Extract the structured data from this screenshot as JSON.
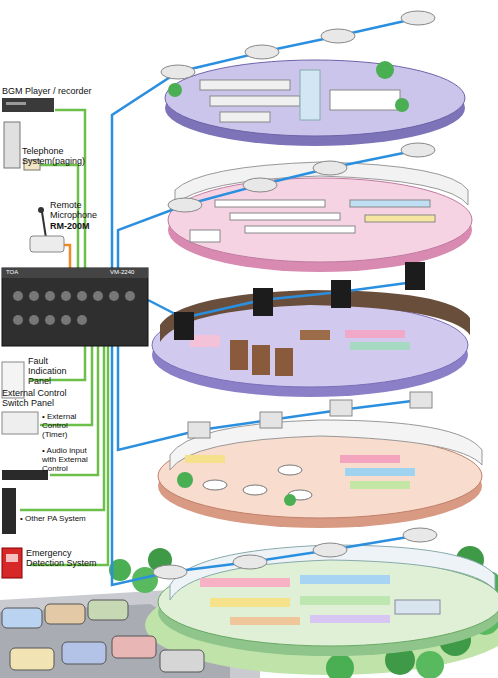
{
  "diagram": {
    "labels": [
      "BGM Player / recorder",
      "Telephone System(paging)",
      "Remote Microphone",
      "RM-200M",
      "TOA",
      "VM-2240",
      "Fault Indication Panel",
      "External Control Switch Panel",
      "• External Control (Timer)",
      "• Audio input with External Control",
      "• Other PA System",
      "Emergency Detection System"
    ]
  }
}
